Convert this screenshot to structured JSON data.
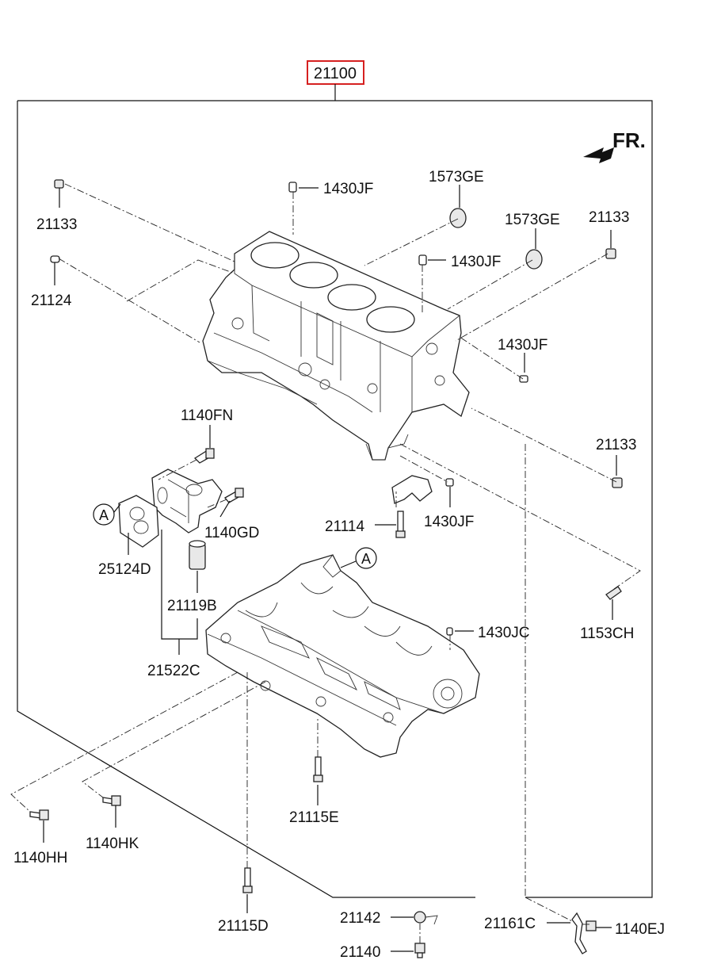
{
  "diagram": {
    "main_assembly": "21100",
    "front_indicator": "FR.",
    "callout_marker": "A",
    "labels": {
      "p21133_a": "21133",
      "p21124": "21124",
      "p1430JF_a": "1430JF",
      "p1573GE_a": "1573GE",
      "p1573GE_b": "1573GE",
      "p21133_b": "21133",
      "p1430JF_b": "1430JF",
      "p1430JF_c": "1430JF",
      "p21133_c": "21133",
      "p1140FN": "1140FN",
      "p1140GD": "1140GD",
      "p25124D": "25124D",
      "p21114": "21114",
      "p1430JF_d": "1430JF",
      "p21119B": "21119B",
      "p1430JC": "1430JC",
      "p1153CH": "1153CH",
      "p21522C": "21522C",
      "p1140HH": "1140HH",
      "p1140HK": "1140HK",
      "p21115E": "21115E",
      "p21115D": "21115D",
      "p21142": "21142",
      "p21140": "21140",
      "p21161C": "21161C",
      "p1140EJ": "1140EJ"
    },
    "colors": {
      "highlight_box": "#d62020",
      "line": "#111111"
    }
  }
}
